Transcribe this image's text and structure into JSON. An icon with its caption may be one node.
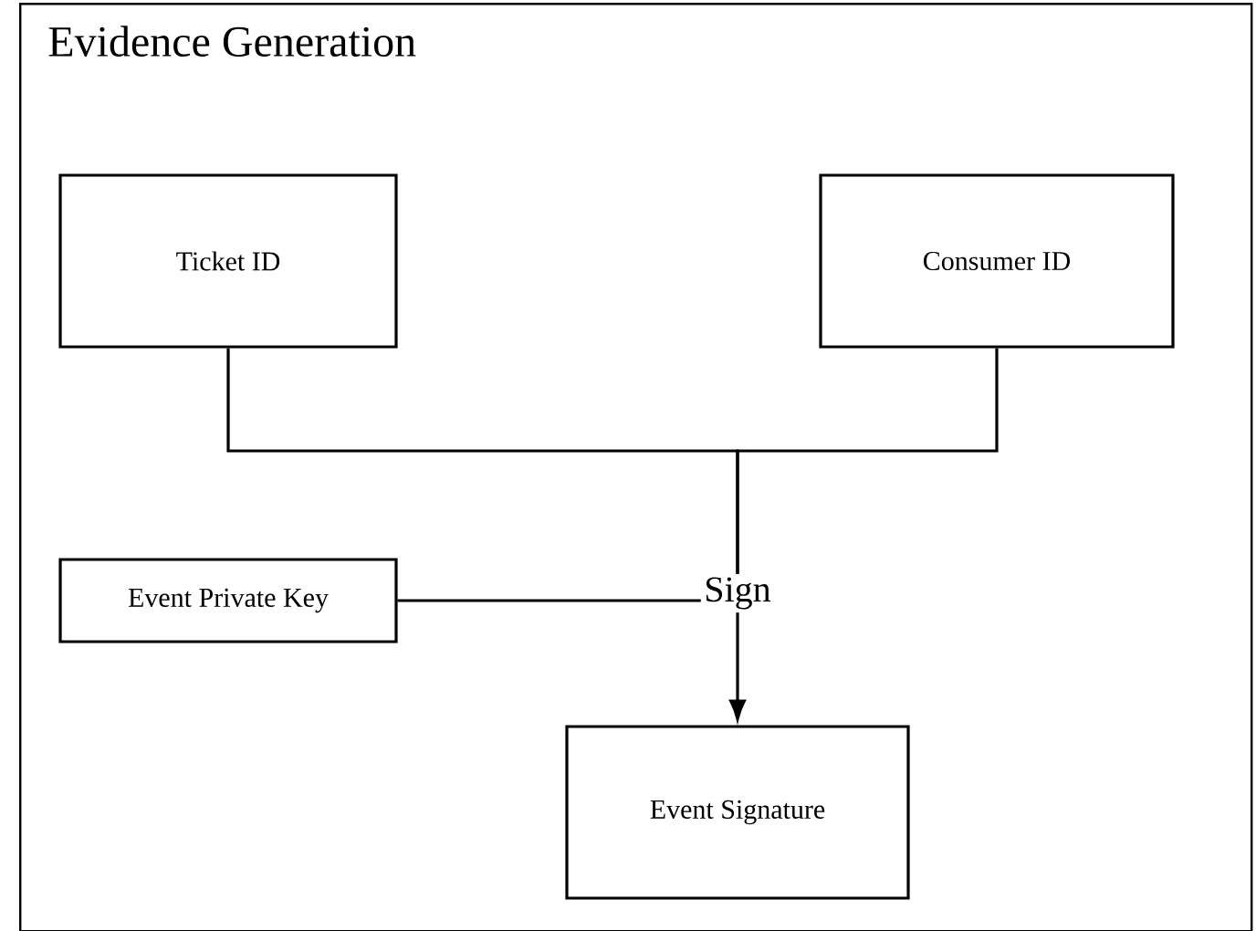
{
  "diagram": {
    "nodes": [
      {
        "text": [
          "Evidence Generation"
        ]
      },
      {
        "text": [
          "Ticket ID"
        ],
        "in": 0
      },
      {
        "text": [
          "Consumer ID"
        ],
        "in": 0
      },
      {
        "text": [
          "Event Private Key"
        ],
        "in": 0
      },
      {
        "text": [
          "Sign"
        ],
        "in": 0
      },
      {
        "text": [
          "Event Signature"
        ],
        "in": 0
      }
    ],
    "edges": [
      {
        "from": 1,
        "to": 4,
        "arrow": "none"
      },
      {
        "from": 2,
        "to": 4,
        "arrow": "none"
      },
      {
        "from": 3,
        "to": 4,
        "arrow": "none"
      },
      {
        "from": 4,
        "to": 5,
        "arrow": "to"
      }
    ]
  }
}
